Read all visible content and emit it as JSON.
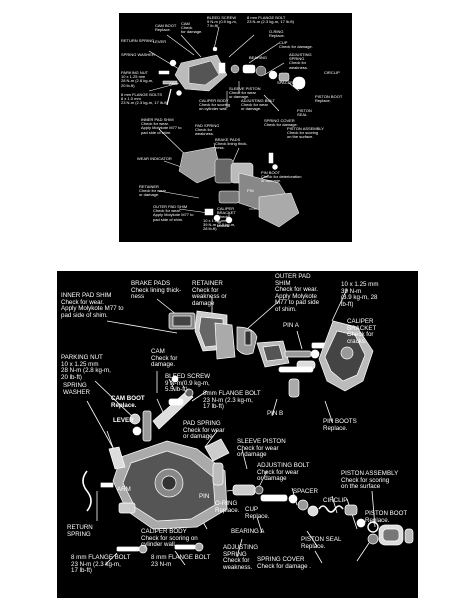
{
  "colors": {
    "page_background": "#ffffff",
    "panel_background": "#000000",
    "ink": "#ffffff"
  },
  "top_panel": {
    "labels": {
      "cam_boot": "CAM BOOT\nReplace.",
      "cam": "CAM\nCheck\nfor damage.",
      "bleed_screw": "BLEED SCREW\n9 N-m (0.9 kg-m,\n7 lb-ft)",
      "flange_bolt_8mm_a": "8 mm FLANGE BOLT\n23 N-m (2.3 kg-m, 17 lb-ft)",
      "o_ring": "O-RING\nReplace.",
      "cup": "CUP\nCheck for damage.",
      "return_spring": "RETURN SPRING",
      "spring_washer": "SPRING WASHER",
      "lever": "LEVER",
      "adjusting_spring": "ADJUSTING\nSPRING\nCheck for\nweakness.",
      "bearing": "BEARING",
      "circlip": "CIRCLIP",
      "parking_nut": "PARKING NUT\n10 x 1.25 mm\n28 N-m (2.8 kg-m,\n20 lb-ft)",
      "arm": "ARM",
      "spacer": "SPACER",
      "flange_bolt_8mm_b": "8 mm FLANGE BOLTS\n8 x 1.0 mm\n23 N-m (2.3 kg-m, 17 lb-ft)",
      "sleeve_piston": "SLEEVE PISTON\nCheck for wear\nor damage.",
      "caliper_body": "CALIPER BODY\nCheck for scoring\non cylinder wall.",
      "piston_boot": "PISTON BOOT\nReplace.",
      "adjusting_bolt": "ADJUSTING BOLT\nCheck for wear\nor damage.",
      "piston_seal": "PISTON\nSEAL",
      "spring_cover": "SPRING COVER\nCheck for damage.",
      "piston_assembly": "PISTON ASSEMBLY\nCheck for scoring\non the surface.",
      "inner_pad_shim": "INNER PAD SHIM\nCheck for wear.\nApply Molykote M77 to\npad side of shim.",
      "pad_spring": "PAD SPRING\nCheck for\nweakness.",
      "brake_pads": "BRAKE PADS\nCheck lining thick-\nness.",
      "wear_indicator": "WEAR INDICATOR",
      "pin_boot": "PIN BOOT\nCheck for deterioration\nor damage.",
      "retainer": "RETAINER\nCheck for wear\nor damage.",
      "pin": "PIN",
      "outer_pad_shim": "OUTER PAD SHIM\nCheck for wear.\nApply Molykote M77 to\npad side of shim.",
      "caliper_bracket": "CALIPER\nBRACKET\nCheck\nfor\ncracks.",
      "bolt_10mm": "10 x 1.25 mm\n39 N-m (3.9 kg-m,\n28 lb-ft)"
    }
  },
  "bottom_panel": {
    "labels": {
      "brake_pads": "BRAKE PADS\nCheck lining thick-\nness",
      "retainer": "RETAINER\nCheck for\nweakness or\ndamage",
      "outer_pad_shim": "OUTER PAD\nSHIM\nCheck for wear.\nApply Molykote\nM77 to pad side\nof shim.",
      "bolt_10mm": "10 x 1.25 mm\n39 N-m\n(3.9 kg-m, 28\nlb-ft)",
      "inner_pad_shim": "INNER PAD SHIM\nCheck for wear.\nApply Molykote M77 to\npad side of shim.",
      "pin_a": "PIN A",
      "caliper_bracket": "CALIPER\nBRACKET\nCheck for\ncracks.",
      "parking_nut": "PARKING NUT\n10 x 1.25 mm\n28 N-m (2.8 kg-m,\n20 lb-ft)",
      "cam": "CAM\nCheck for\ndamage.",
      "bleed_screw": "BLEED SCREW\n9 N-m(0.9 kg-m,\n5.5 lb-ft)",
      "spring_washer": "SPRING\nWASHER",
      "cam_boot": "CAM BOOT\nReplace.",
      "flange_bolt_8mm_top": "8mm FLANGE BOLT\n23 N-m (2.3 kg-m,\n17 lb-ft)",
      "lever": "LEVER",
      "pin_b": "PIN B",
      "pin_boots": "PIN BOOTS\nReplace.",
      "pad_spring": "PAD SPRING\nCheck for wear\nor damage",
      "sleeve_piston": "SLEEVE PISTON\nCheck for wear\nor damage",
      "adjusting_bolt": "ADJUSTING BOLT\nCheck for wear\nor damage",
      "pin": "PIN",
      "arm": "ARM",
      "spacer": "SPACER",
      "piston_assembly": "PISTON ASSEMBLY\nCheck for scoring\non the surface",
      "o_ring": "O-RING\nReplace.",
      "circlip": "CIRCLIP",
      "cup": "CUP\nReplace.",
      "piston_boot": "PISTON BOOT\nReplace.",
      "return_spring": "RETURN\nSPRING",
      "caliper_body": "CALIPER BODY\nCheck for scoring on\ncylinder wall",
      "bearing_a": "BEARING A",
      "piston_seal": "PISTON SEAL\nReplace.",
      "adjusting_spring": "ADJUSTING\nSPRING\nCheck for\nweakness.",
      "spring_cover": "SPRING COVER\nCheck for damage .",
      "flange_bolt_8mm_bl": "8 mm FLANGE BOLT\n23 N-m (2.3 kg-m,\n17 lb-ft)",
      "flange_bolt_8mm_bc": "8 mm FLANGE BOLT\n23 N-m"
    }
  }
}
